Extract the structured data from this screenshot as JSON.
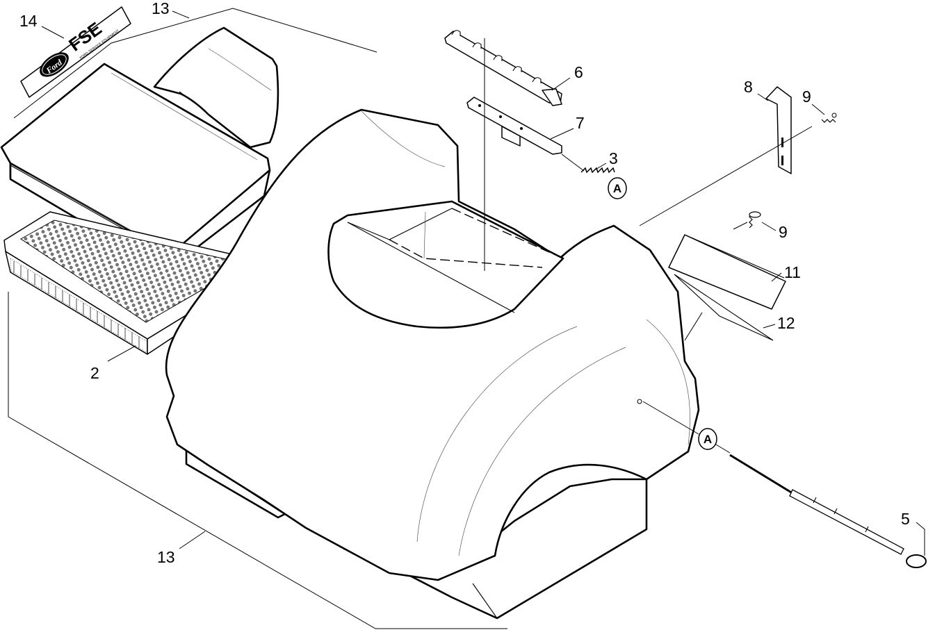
{
  "callouts": {
    "c14": "14",
    "c13_top": "13",
    "c2": "2",
    "c13_bottom": "13",
    "c6": "6",
    "c7": "7",
    "c3": "3",
    "c8": "8",
    "c9_top": "9",
    "c9_mid": "9",
    "c11": "11",
    "c12": "12",
    "c5": "5"
  },
  "ref_markers": {
    "a_upper": "A",
    "a_lower": "A"
  },
  "decal": {
    "brand": "Ford",
    "code": "FSE",
    "tagline": "FORD SERVICE EQUIPMENT"
  }
}
